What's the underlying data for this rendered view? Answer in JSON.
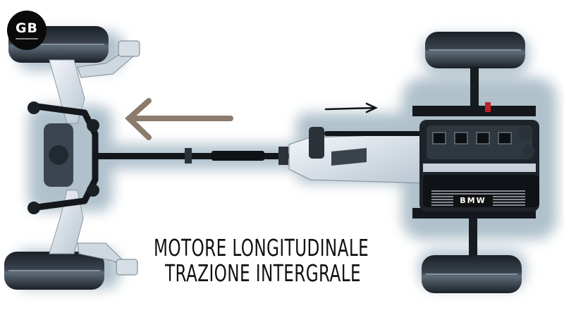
{
  "logo": {
    "text": "GB"
  },
  "caption": {
    "line1": "MOTORE LONGITUDINALE",
    "line2": "TRAZIONE INTERGRALE"
  },
  "engine_badge": "BMW",
  "arrows": {
    "large": {
      "direction": "left",
      "color": "#8b7b6c"
    },
    "small": {
      "direction": "right",
      "color": "#111111"
    }
  },
  "colors": {
    "background": "#ffffff",
    "tire": "#2a3038",
    "chassis_shadow": "#7a97a8",
    "metal": "#dfe7ee",
    "dark_parts": "#151a1f"
  }
}
